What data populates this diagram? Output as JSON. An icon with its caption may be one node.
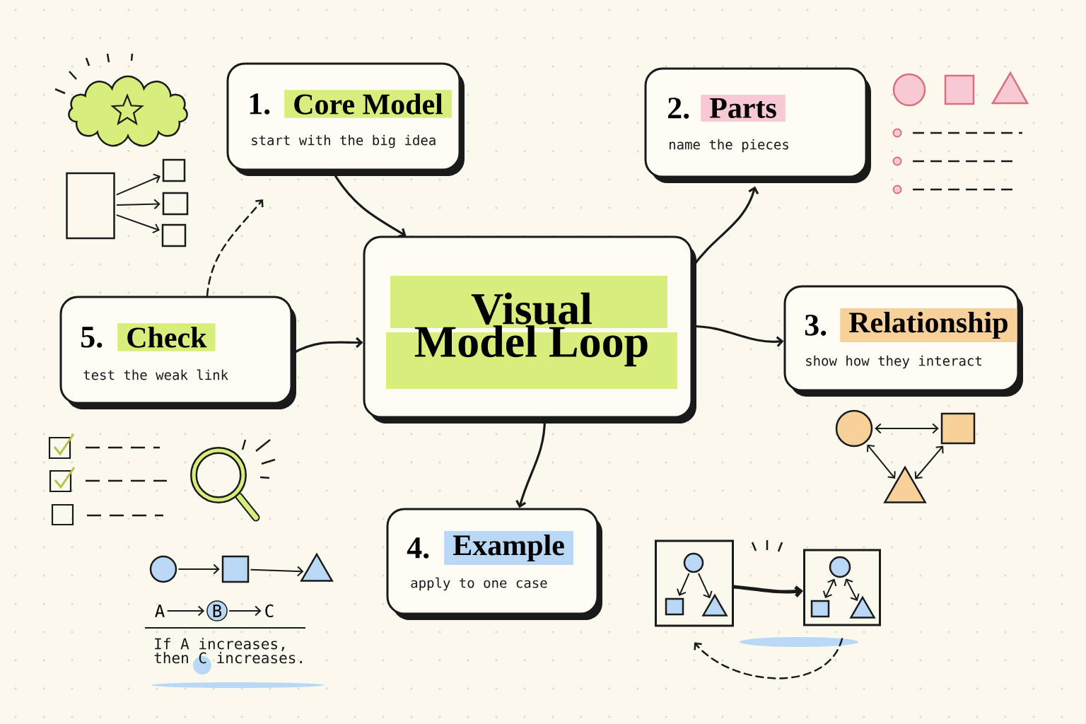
{
  "diagram": {
    "nodes": [
      {
        "text": [
          "Visual Model Loop"
        ]
      },
      {
        "text": [
          "1.",
          "Core Model",
          "start with the big idea"
        ]
      },
      {
        "text": [
          "2.",
          "Parts",
          "name the pieces"
        ]
      },
      {
        "text": [
          "3.",
          "Relationship",
          "show how they interact"
        ]
      },
      {
        "text": [
          "4.",
          "Example",
          "apply to one case"
        ]
      },
      {
        "text": [
          "5.",
          "Check",
          "test the weak link"
        ]
      },
      {
        "text": [],
        "shape": "box"
      },
      {
        "text": [],
        "shape": "box"
      },
      {
        "text": [],
        "shape": "box"
      },
      {
        "text": [],
        "shape": "box"
      },
      {
        "text": [],
        "shape": "circle"
      },
      {
        "text": [],
        "shape": "box"
      },
      {
        "text": [],
        "shape": "triangle"
      },
      {
        "text": [],
        "shape": "circle"
      },
      {
        "text": [],
        "shape": "box"
      },
      {
        "text": [],
        "shape": "triangle"
      },
      {
        "text": [
          "A"
        ]
      },
      {
        "text": [
          "B"
        ]
      },
      {
        "text": [
          "C"
        ]
      },
      {
        "text": [],
        "shape": "box"
      },
      {
        "text": [],
        "shape": "circle",
        "in": 19
      },
      {
        "text": [],
        "shape": "box",
        "in": 19
      },
      {
        "text": [],
        "shape": "triangle",
        "in": 19
      },
      {
        "text": [],
        "shape": "box"
      },
      {
        "text": [],
        "shape": "circle",
        "in": 23
      },
      {
        "text": [],
        "shape": "box",
        "in": 23
      },
      {
        "text": [],
        "shape": "triangle",
        "in": 23
      }
    ],
    "edges": [
      {
        "from": 1,
        "to": 0,
        "arrow": "to"
      },
      {
        "from": 0,
        "to": 2,
        "arrow": "to"
      },
      {
        "from": 0,
        "to": 3,
        "arrow": "to"
      },
      {
        "from": 0,
        "to": 4,
        "arrow": "to"
      },
      {
        "from": 5,
        "to": 0,
        "arrow": "to"
      },
      {
        "from": 5,
        "to": null,
        "arrow": "to",
        "style": "dashed"
      },
      {
        "from": 6,
        "to": 7,
        "arrow": "to"
      },
      {
        "from": 6,
        "to": 8,
        "arrow": "to"
      },
      {
        "from": 6,
        "to": 9,
        "arrow": "to"
      },
      {
        "from": 10,
        "to": 11,
        "arrow": "both"
      },
      {
        "from": 10,
        "to": 12,
        "arrow": "both"
      },
      {
        "from": 11,
        "to": 12,
        "arrow": "both"
      },
      {
        "from": 13,
        "to": 14,
        "arrow": "to"
      },
      {
        "from": 14,
        "to": 15,
        "arrow": "to"
      },
      {
        "from": 16,
        "to": 17,
        "arrow": "to"
      },
      {
        "from": 17,
        "to": 18,
        "arrow": "to"
      },
      {
        "from": 20,
        "to": 21,
        "arrow": "to"
      },
      {
        "from": 20,
        "to": 22,
        "arrow": "to"
      },
      {
        "from": 24,
        "to": 25,
        "arrow": "both"
      },
      {
        "from": 24,
        "to": 26,
        "arrow": "both"
      },
      {
        "from": 19,
        "to": 23,
        "arrow": "to",
        "style": "thick"
      },
      {
        "from": 23,
        "to": 19,
        "arrow": "to",
        "style": "dashed"
      }
    ],
    "labels": [
      "If A increases, then C increases."
    ]
  }
}
